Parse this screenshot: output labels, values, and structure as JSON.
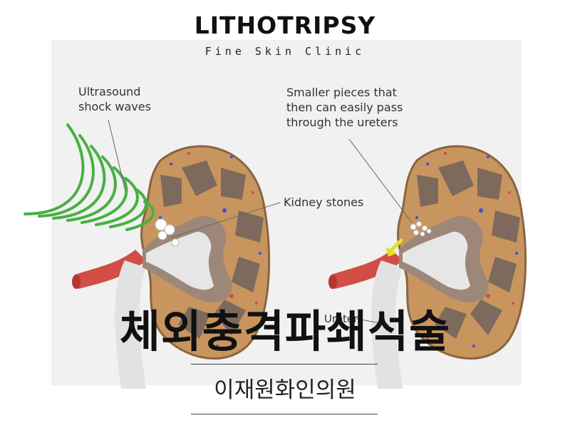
{
  "header": {
    "title": "LITHOTRIPSY",
    "subtitle": "Fine Skin Clinic"
  },
  "diagram": {
    "label_shock_waves": "Ultrasound\nshock waves",
    "label_kidney_stones": "Kidney stones",
    "label_smaller_pieces": "Smaller pieces that\nthen can easily pass\nthrough the ureters",
    "label_ureter": "Ureter"
  },
  "footer": {
    "procedure_korean": "체외충격파쇄석술",
    "clinic_korean": "이재원화인의원"
  },
  "colors": {
    "cortex": "#c8955f",
    "pyramid": "#7d6a5c",
    "pelvis": "#e6e6e6",
    "artery": "#d24d45",
    "waves": "#47b043",
    "arrow": "#e2e224"
  }
}
